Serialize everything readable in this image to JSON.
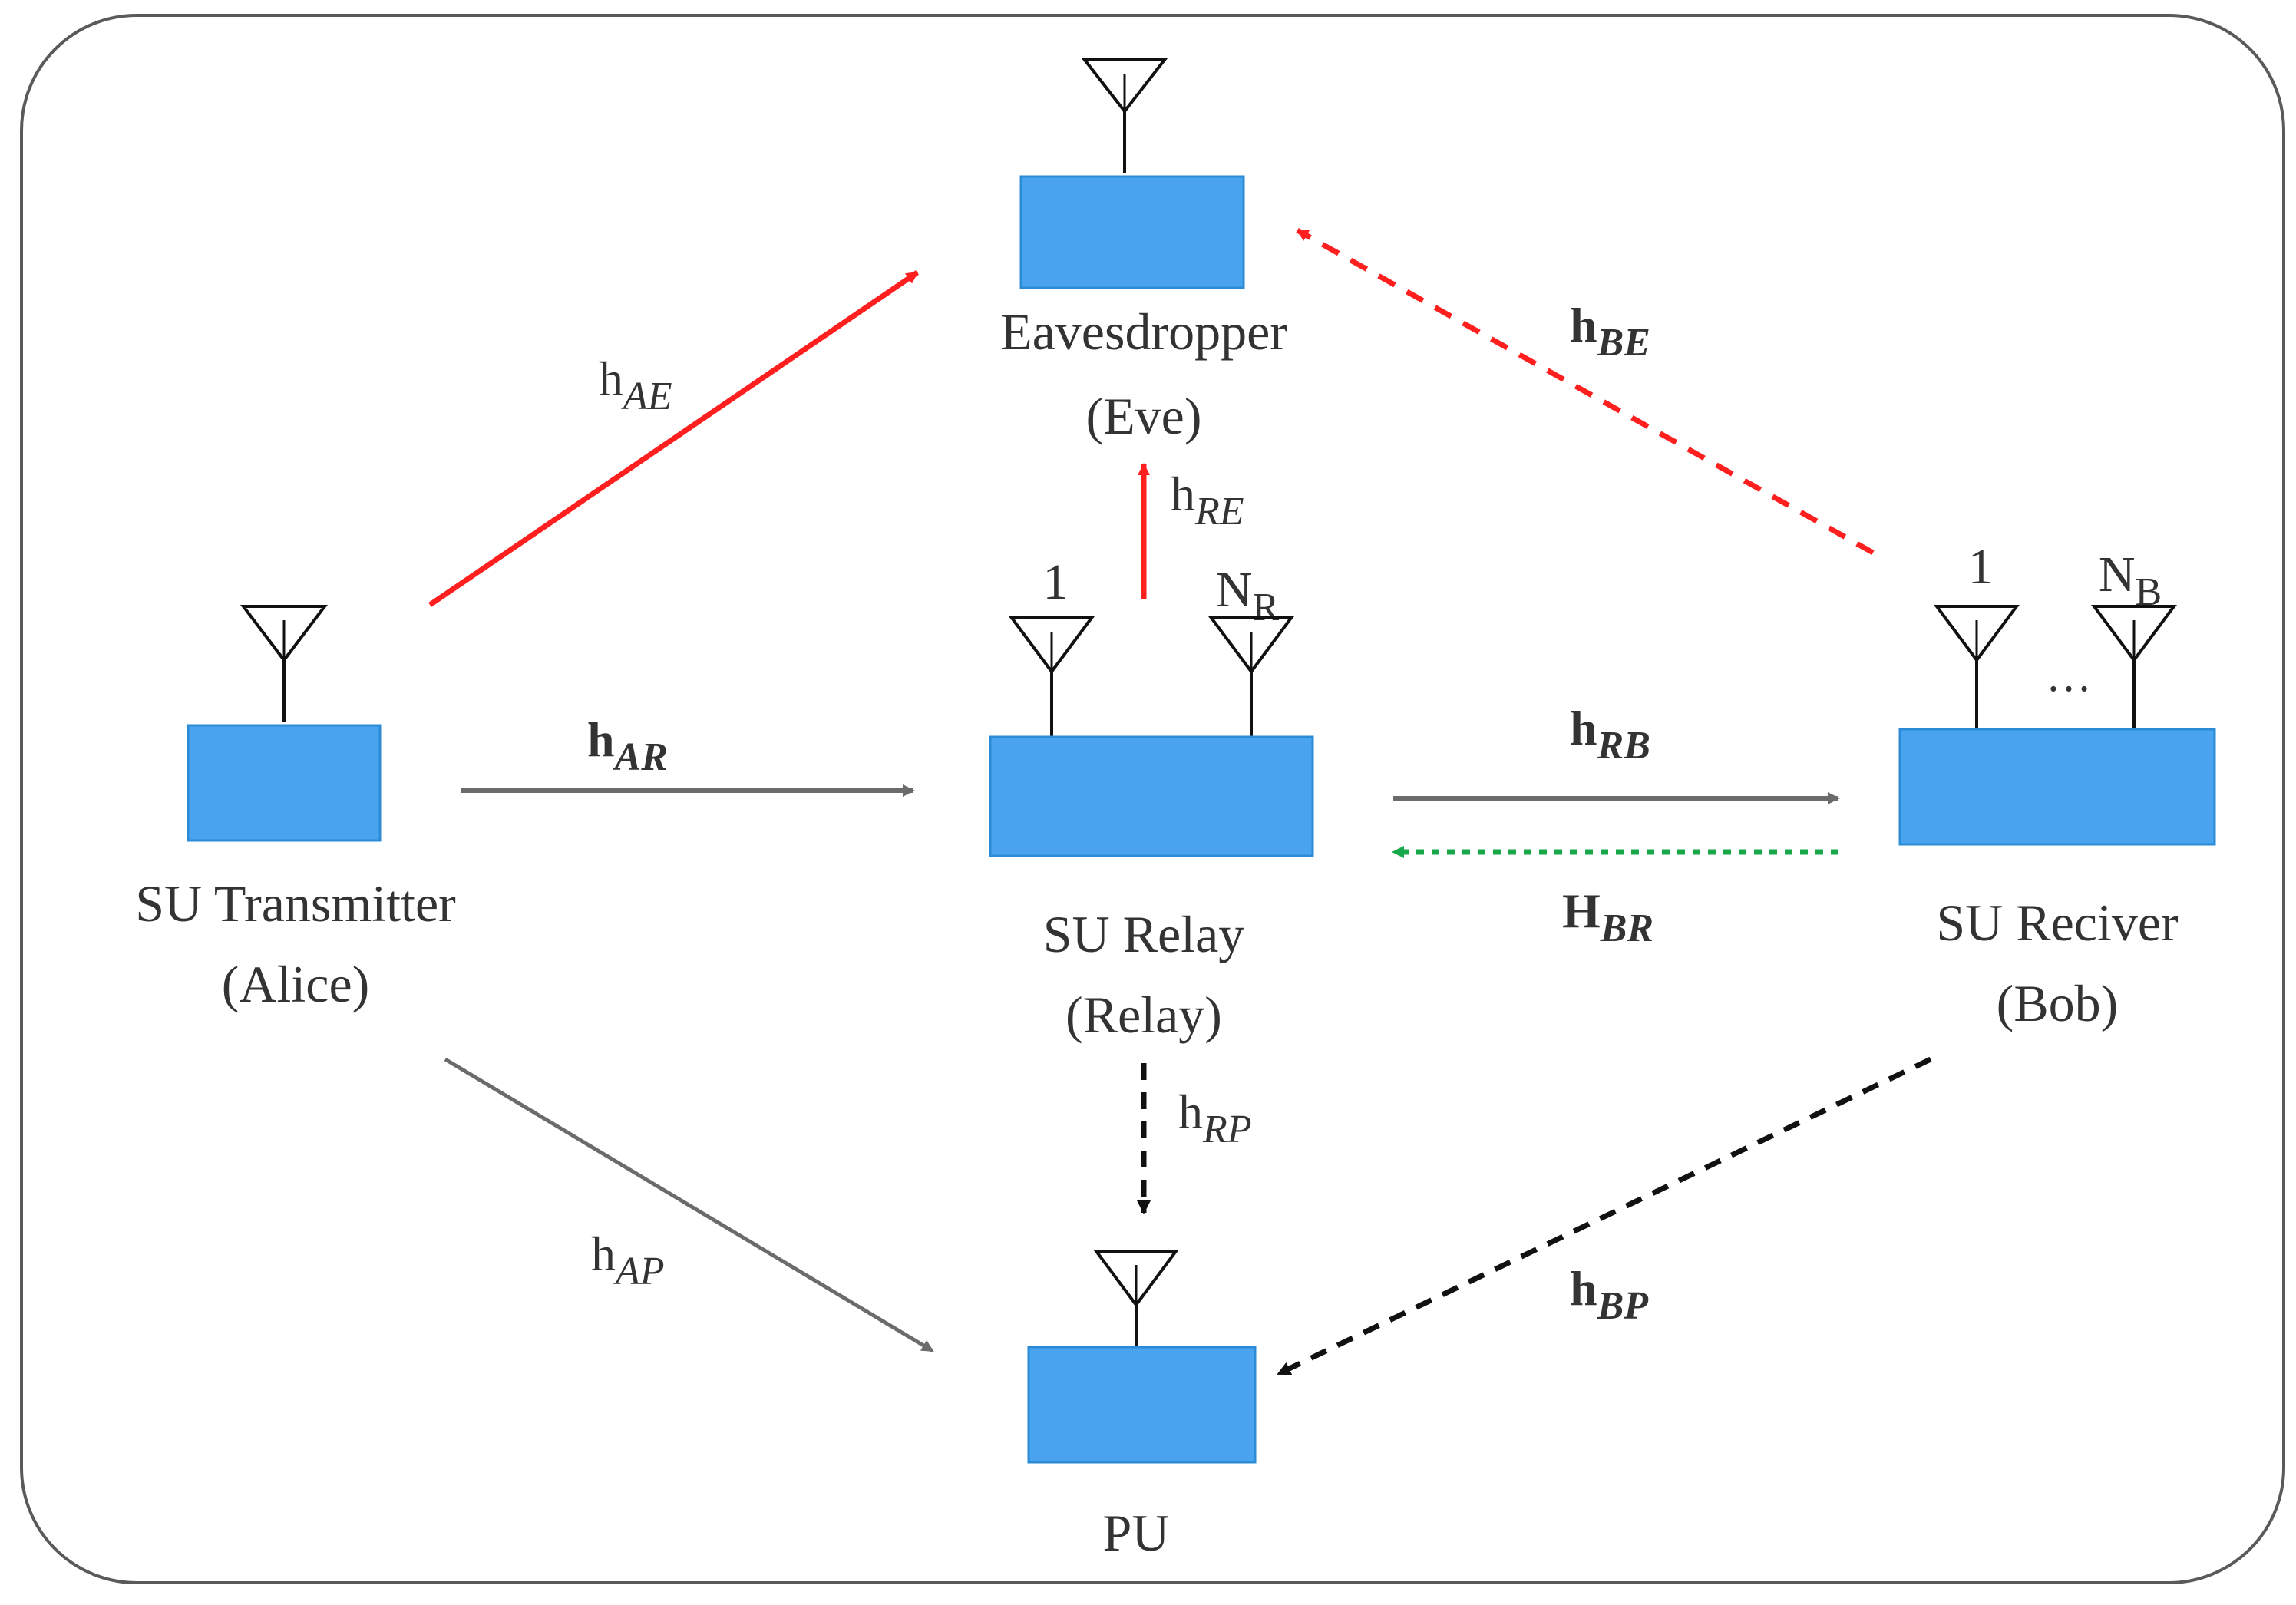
{
  "nodes": {
    "eve": {
      "line1": "Eavesdropper",
      "line2": "(Eve)"
    },
    "alice": {
      "line1": "SU Transmitter",
      "line2": "(Alice)"
    },
    "relay": {
      "line1": "SU Relay",
      "line2": "(Relay)",
      "antenna_first": "1",
      "antenna_last_main": "N",
      "antenna_last_sub": "R"
    },
    "bob": {
      "line1": "SU Reciver",
      "line2": "(Bob)",
      "antenna_first": "1",
      "antenna_last_main": "N",
      "antenna_last_sub": "B",
      "antenna_ellipsis": "…"
    },
    "pu": {
      "line1": "PU"
    }
  },
  "links": {
    "ae": {
      "main": "h",
      "sub": "AE"
    },
    "re": {
      "main": "h",
      "sub": "RE"
    },
    "be": {
      "main": "h",
      "sub": "BE"
    },
    "ar": {
      "main": "h",
      "sub": "AR"
    },
    "rb": {
      "main": "h",
      "sub": "RB"
    },
    "br": {
      "main": "H",
      "sub": "BR"
    },
    "rp": {
      "main": "h",
      "sub": "RP"
    },
    "ap": {
      "main": "h",
      "sub": "AP"
    },
    "bp": {
      "main": "h",
      "sub": "BP"
    }
  },
  "colors": {
    "frame": "#5a5a5a",
    "box_fill": "#4aa3ef",
    "box_stroke": "#2b8bd6",
    "black": "#111111",
    "grey": "#6b6b6b",
    "red": "#ff1f1f",
    "green": "#18a84a",
    "text": "#333333"
  },
  "icons": {
    "antenna": "antenna-icon"
  }
}
